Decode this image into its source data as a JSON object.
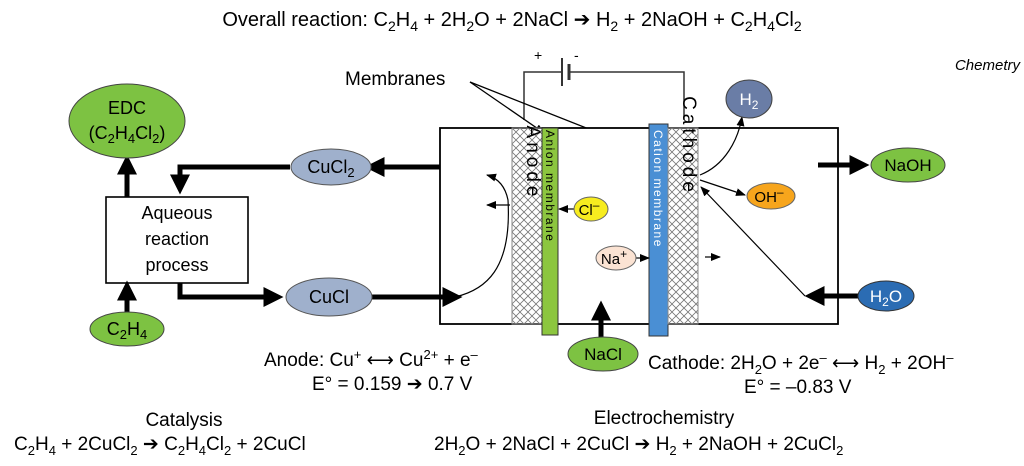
{
  "header": {
    "overall_prefix": "Overall reaction: C",
    "overall_sub_2": "2",
    "overall_h": "H",
    "overall_sub_4": "4",
    "overall_mid": " + 2H",
    "overall_sub_2b": "2",
    "overall_mid2": "O + 2NaCl ➔ H",
    "overall_sub_2c": "2",
    "overall_mid3": " + 2NaOH + C",
    "overall_sub_2d": "2",
    "overall_h2": "H",
    "overall_sub_4b": "4",
    "overall_cl": "Cl",
    "overall_sub_2e": "2",
    "watermark": "Chemetry"
  },
  "labels": {
    "membranes": "Membranes",
    "plus": "+",
    "minus": "-",
    "anode": "Anode",
    "cathode": "Cathode",
    "anion_membrane": "Anion membrane",
    "cation_membrane": "Cation membrane",
    "process": [
      "Aqueous",
      "reaction",
      "process"
    ]
  },
  "species": {
    "edc_line1": "EDC",
    "edc_line2_a": "(C",
    "edc_line2_s1": "2",
    "edc_line2_b": "H",
    "edc_line2_s2": "4",
    "edc_line2_c": "Cl",
    "edc_line2_s3": "2",
    "edc_line2_d": ")",
    "cucl2_a": "CuCl",
    "cucl2_s": "2",
    "cucl": "CuCl",
    "c2h4_a": "C",
    "c2h4_s1": "2",
    "c2h4_b": "H",
    "c2h4_s2": "4",
    "cl_ion": "Cl",
    "cl_sup": "–",
    "na_ion": "Na",
    "na_sup": "+",
    "h2_a": "H",
    "h2_s": "2",
    "oh_ion": "OH",
    "oh_sup": "–",
    "naoh": "NaOH",
    "h2o_a": "H",
    "h2o_s": "2",
    "h2o_b": "O",
    "nacl": "NaCl"
  },
  "anode_eq": {
    "a": "Anode: Cu",
    "sup1": "+",
    "b": " ⟷ Cu",
    "sup2": "2+",
    "c": " + e",
    "sup3": "–",
    "potential": "E° = 0.159 ➔ 0.7 V"
  },
  "cathode_eq": {
    "a": "Cathode: 2H",
    "s1": "2",
    "b": "O + 2e",
    "sup1": "–",
    "c": " ⟷ H",
    "s2": "2",
    "d": " + 2OH",
    "sup2": "–",
    "potential": "E° = –0.83 V"
  },
  "catalysis": {
    "title": "Catalysis",
    "a": "C",
    "s1": "2",
    "b": "H",
    "s2": "4",
    "c": " + 2CuCl",
    "s3": "2",
    "d": " ➔ C",
    "s4": "2",
    "e": "H",
    "s5": "4",
    "f": "Cl",
    "s6": "2",
    "g": " + 2CuCl"
  },
  "electrochemistry": {
    "title": "Electrochemistry",
    "a": "2H",
    "s1": "2",
    "b": "O + 2NaCl + 2CuCl ➔ H",
    "s2": "2",
    "c": " + 2NaOH + 2CuCl",
    "s3": "2"
  },
  "colors": {
    "green": "#7dc242",
    "gray_blue": "#9fb0cc",
    "yellow": "#f7ec1f",
    "orange": "#f7a51c",
    "blue": "#2b6cb3",
    "cation_blue": "#4a8fd4",
    "anion_green": "#8cc63f"
  }
}
